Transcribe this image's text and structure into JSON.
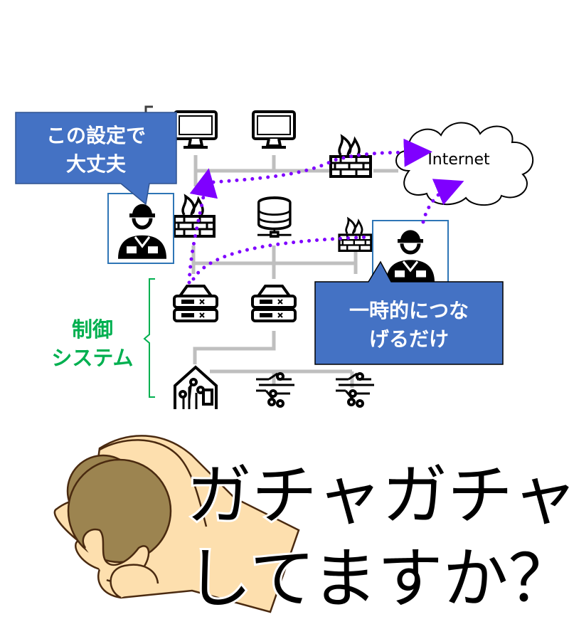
{
  "callouts": {
    "left": {
      "line1": "この設定で",
      "line2": "大丈夫"
    },
    "right": {
      "line1": "一時的につな",
      "line2": "げるだけ"
    }
  },
  "cloud_label": "Internet",
  "control_system_label": {
    "line1": "制御",
    "line2": "システム"
  },
  "headline": {
    "line1": "ガチャガチャ",
    "line2": "してますか？"
  },
  "colors": {
    "callout_fill": "#4472C4",
    "network_line": "#BFBFBF",
    "dotted_path": "#7F00FF",
    "control_label": "#00B050",
    "skin": "#FDDFAE",
    "ball": "#9C8450"
  }
}
